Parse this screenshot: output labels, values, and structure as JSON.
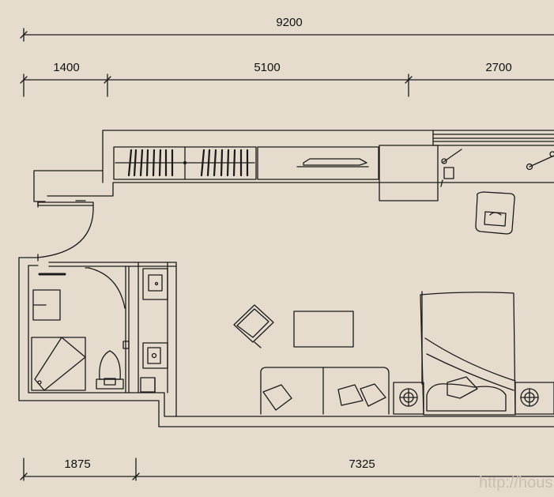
{
  "dimensions": {
    "total_top": "9200",
    "segments_top": [
      "1400",
      "5100",
      "2700"
    ],
    "segments_bottom": [
      "1875",
      "7325"
    ]
  },
  "watermark": "http://hous",
  "colors": {
    "background": "#e6dccd",
    "line": "#1a1a1a",
    "watermark": "#c9bfb0"
  }
}
